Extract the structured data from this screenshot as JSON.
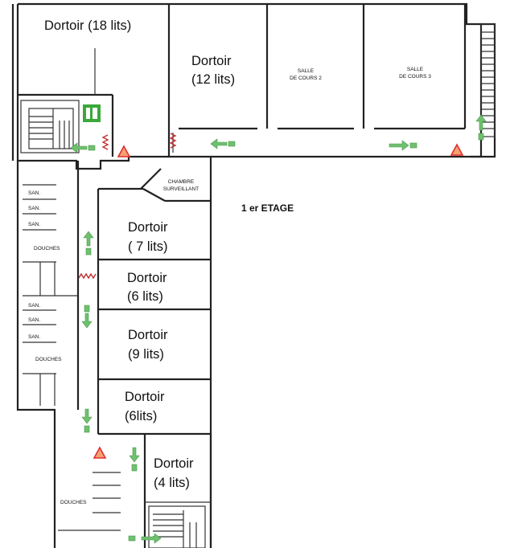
{
  "plan": {
    "floor_label": "1 er ETAGE",
    "rooms": {
      "dortoir_18": [
        "Dortoir (18 lits)"
      ],
      "dortoir_12": [
        "Dortoir",
        "(12 lits)"
      ],
      "salle_2": [
        "SALLE",
        "DE COURS 2"
      ],
      "salle_3": [
        "SALLE",
        "DE COURS 3"
      ],
      "chambre": [
        "CHAMBRE",
        "SURVEILLANT"
      ],
      "dortoir_7": [
        "Dortoir",
        "( 7 lits)"
      ],
      "dortoir_6a": [
        "Dortoir",
        "(6 lits)"
      ],
      "dortoir_9": [
        "Dortoir",
        "(9 lits)"
      ],
      "dortoir_6b": [
        "Dortoir",
        "(6lits)"
      ],
      "dortoir_4": [
        "Dortoir",
        "(4 lits)"
      ]
    },
    "san_label": "SAN.",
    "douches_label": "DOUCHES",
    "colors": {
      "arrow": "#6fc06f",
      "exit_sign": "#3aa83a",
      "hazard": "#e03030",
      "hazard_fill": "#f4a070",
      "extinguisher": "#c03030"
    }
  }
}
